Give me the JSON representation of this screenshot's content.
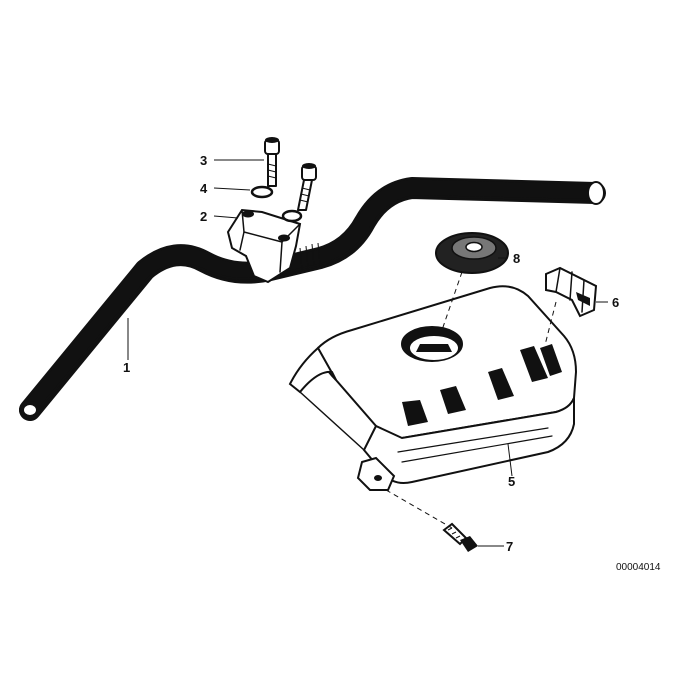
{
  "parts": [
    {
      "number": "1",
      "name": "handlebar"
    },
    {
      "number": "2",
      "name": "clamp"
    },
    {
      "number": "3",
      "name": "bolt"
    },
    {
      "number": "4",
      "name": "washer"
    },
    {
      "number": "5",
      "name": "cover"
    },
    {
      "number": "6",
      "name": "clip"
    },
    {
      "number": "7",
      "name": "screw"
    },
    {
      "number": "8",
      "name": "grommet"
    }
  ],
  "diagram_id": "00004014"
}
